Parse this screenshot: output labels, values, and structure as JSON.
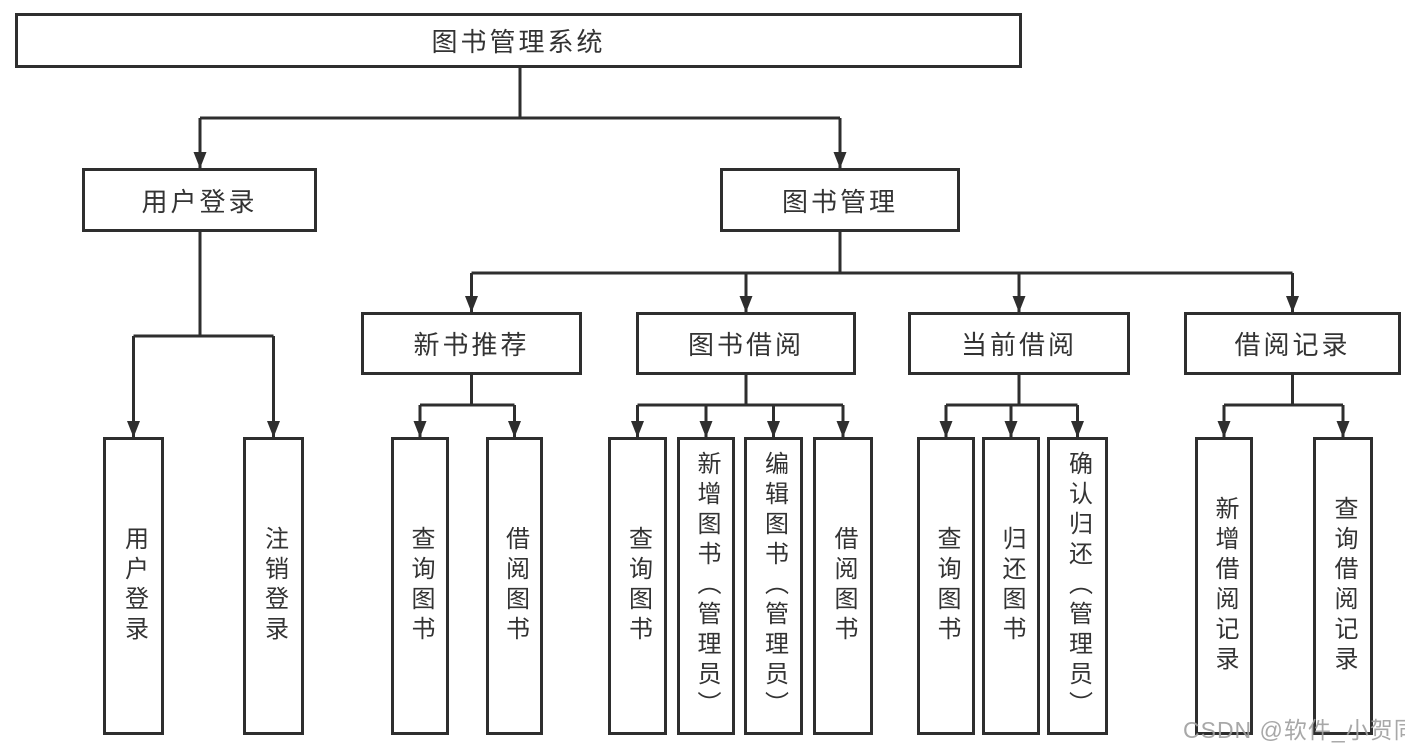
{
  "diagram_type": "hierarchy-tree",
  "tree": {
    "label": "图书管理系统",
    "children": [
      {
        "label": "用户登录",
        "children": [
          {
            "label": "用户登录"
          },
          {
            "label": "注销登录"
          }
        ]
      },
      {
        "label": "图书管理",
        "children": [
          {
            "label": "新书推荐",
            "children": [
              {
                "label": "查询图书"
              },
              {
                "label": "借阅图书"
              }
            ]
          },
          {
            "label": "图书借阅",
            "children": [
              {
                "label": "查询图书"
              },
              {
                "label": "新增图书（管理员）"
              },
              {
                "label": "编辑图书（管理员）"
              },
              {
                "label": "借阅图书"
              }
            ]
          },
          {
            "label": "当前借阅",
            "children": [
              {
                "label": "查询图书"
              },
              {
                "label": "归还图书"
              },
              {
                "label": "确认归还（管理员）"
              }
            ]
          },
          {
            "label": "借阅记录",
            "children": [
              {
                "label": "新增借阅记录"
              },
              {
                "label": "查询借阅记录"
              }
            ]
          }
        ]
      }
    ]
  },
  "watermark": "CSDN @软件_小贺同学",
  "colors": {
    "line": "#2e2e2e",
    "text": "#333333",
    "background": "#ffffff",
    "watermark": "#9e9e9e"
  }
}
